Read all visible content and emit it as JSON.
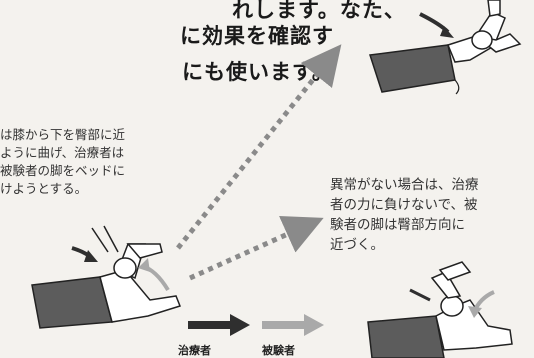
{
  "title_lines": [
    "れします。なた、",
    "に効果を確認す",
    "にも使います。"
  ],
  "left_text": [
    "は膝から下を臀部に近",
    "ように曲げ、治療者は",
    "被験者の脚をベッドに",
    "けようとする。"
  ],
  "right_text": [
    "異常がない場合は、治療",
    "者の力に負けないで、被",
    "験者の脚は臀部方向に",
    "近づく。"
  ],
  "legend": {
    "therapist_label": "治療者",
    "subject_label": "被験者",
    "therapist_color": "#2f2f2f",
    "subject_color": "#a9a9a9"
  },
  "colors": {
    "shorts": "#5c5c5c",
    "dotted_arrow": "#8a8a8a",
    "page": "#f4f2ee"
  }
}
